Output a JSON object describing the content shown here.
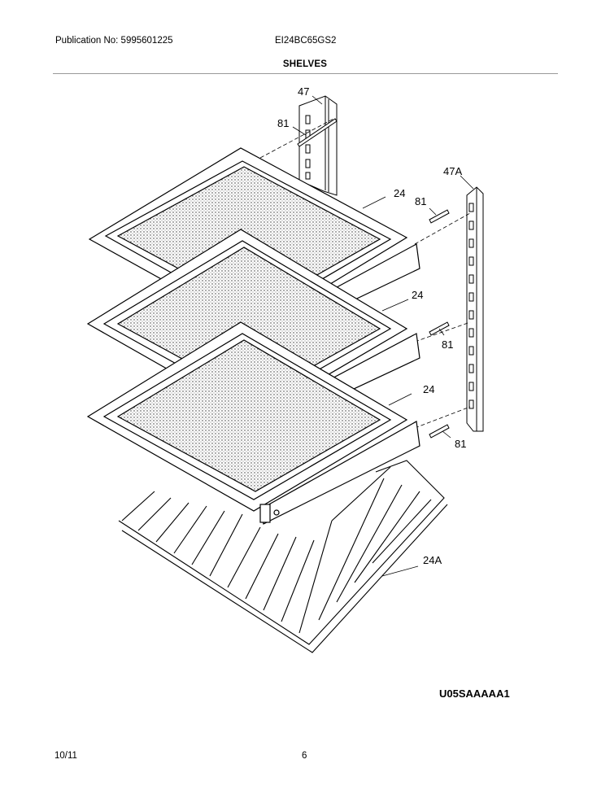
{
  "header": {
    "publication": "Publication No: 5995601225",
    "model": "EI24BC65GS2",
    "section_title": "SHELVES"
  },
  "callouts": {
    "c47": "47",
    "c81_top": "81",
    "c47A": "47A",
    "c24_1": "24",
    "c81_right": "81",
    "c24_2": "24",
    "c81_mid": "81",
    "c24_3": "24",
    "c81_bottom": "81",
    "c24A": "24A"
  },
  "image_code": "U05SAAAAA1",
  "footer": {
    "date": "10/11",
    "page": "6"
  }
}
